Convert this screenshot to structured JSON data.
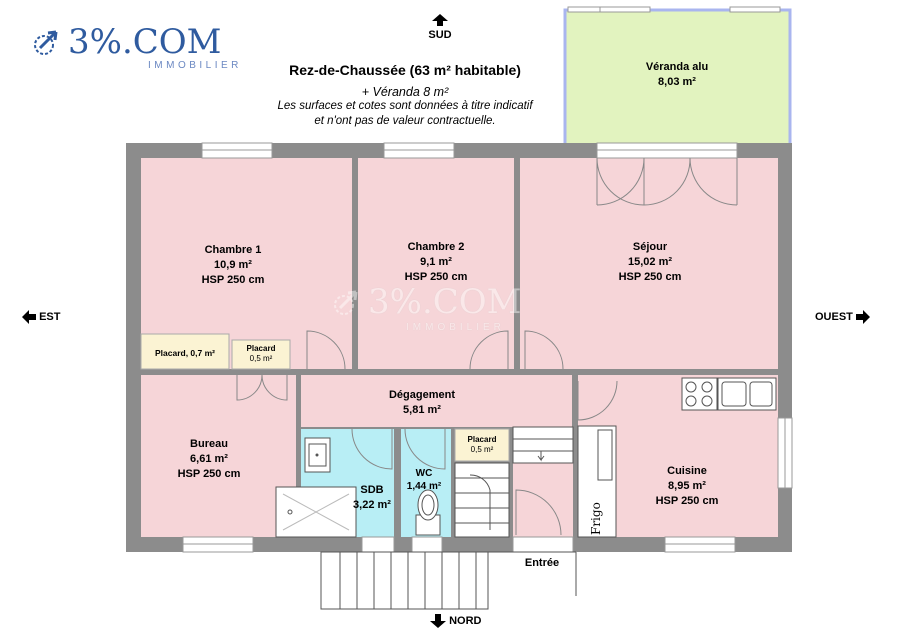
{
  "header": {
    "title": "Rez-de-Chaussée (63 m² habitable)",
    "subtitle": "+ Véranda 8 m²",
    "note_line1": "Les surfaces et cotes sont données à titre indicatif",
    "note_line2": "et n'ont pas de valeur contractuelle."
  },
  "logo": {
    "brand": "3%.COM",
    "tagline": "IMMOBILIER"
  },
  "watermark": {
    "brand": "3%.COM",
    "tagline": "IMMOBILIER"
  },
  "compass": {
    "north": "NORD",
    "south": "SUD",
    "east": "EST",
    "west": "OUEST"
  },
  "rooms": {
    "veranda": {
      "name": "Véranda alu",
      "area": "8,03 m²"
    },
    "chambre1": {
      "name": "Chambre 1",
      "area": "10,9 m²",
      "hsp": "HSP 250 cm"
    },
    "chambre2": {
      "name": "Chambre 2",
      "area": "9,1 m²",
      "hsp": "HSP 250 cm"
    },
    "sejour": {
      "name": "Séjour",
      "area": "15,02 m²",
      "hsp": "HSP 250 cm"
    },
    "placard1": {
      "name": "Placard, 0,7 m²"
    },
    "placard2": {
      "name": "Placard",
      "area": "0,5 m²"
    },
    "degagement": {
      "name": "Dégagement",
      "area": "5,81 m²"
    },
    "bureau": {
      "name": "Bureau",
      "area": "6,61 m²",
      "hsp": "HSP 250 cm"
    },
    "sdb": {
      "name": "SDB",
      "area": "3,22 m²"
    },
    "wc": {
      "name": "WC",
      "area": "1,44 m²"
    },
    "placard3": {
      "name": "Placard",
      "area": "0,5 m²"
    },
    "cuisine": {
      "name": "Cuisine",
      "area": "8,95 m²",
      "hsp": "HSP 250 cm"
    },
    "frigo": {
      "name": "Frigo"
    },
    "entree": {
      "name": "Entrée"
    }
  },
  "colors": {
    "wall": "#8c8c8c",
    "room_pink": "#f6d5d8",
    "placard_yellow": "#fbf3d3",
    "bath_blue": "#b8eef5",
    "veranda_green": "#e2f3bf",
    "veranda_frame": "#a9b5ef",
    "brand_blue": "#2f5b9f"
  }
}
